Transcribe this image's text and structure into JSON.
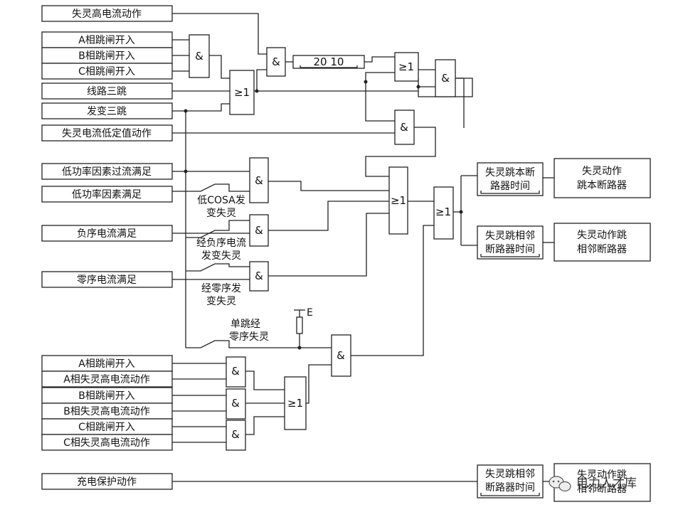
{
  "inputs": {
    "failure_high_current": "失灵高电流动作",
    "a_trip": "A相跳闸开入",
    "b_trip": "B相跳闸开入",
    "c_trip": "C相跳闸开入",
    "line_three_trip": "线路三跳",
    "transformer_three_trip": "发变三跳",
    "failure_current_low_setting": "失灵电流低定值动作",
    "low_pf_overcurrent": "低功率因素过流满足",
    "low_pf": "低功率因素满足",
    "neg_seq_current": "负序电流满足",
    "zero_seq_current": "零序电流满足",
    "a_trip_2": "A相跳闸开入",
    "a_failure_high": "A相失灵高电流动作",
    "b_trip_2": "B相跳闸开入",
    "b_failure_high": "B相失灵高电流动作",
    "c_trip_2": "C相跳闸开入",
    "c_failure_high": "C相失灵高电流动作",
    "charging_protection": "充电保护动作"
  },
  "gates": {
    "and": "&",
    "or": "≥1",
    "timer": "20  10"
  },
  "switch_labels": {
    "cosa_line1": "低COSA发",
    "cosa_line2": "变失灵",
    "neg_line1": "经负序电流",
    "neg_line2": "发变失灵",
    "zero_line1": "经零序发",
    "zero_line2": "变失灵",
    "single_line1": "单跳经",
    "single_line2": "零序失灵",
    "e_label": "E"
  },
  "outputs": {
    "own_breaker_time_1": "失灵跳本断",
    "own_breaker_time_2": "路器时间",
    "own_breaker_action_1": "失灵动作",
    "own_breaker_action_2": "跳本断路器",
    "adj_breaker_time_1": "失灵跳相邻",
    "adj_breaker_time_2": "断路器时间",
    "adj_breaker_action_1": "失灵动作跳",
    "adj_breaker_action_2": "相邻断路器",
    "bottom_time_1": "失灵跳相邻",
    "bottom_time_2": "断路器时间",
    "bottom_action_1": "失灵动作跳",
    "bottom_action_2": "相邻断路器"
  },
  "watermark": {
    "text": "电力人才库"
  }
}
